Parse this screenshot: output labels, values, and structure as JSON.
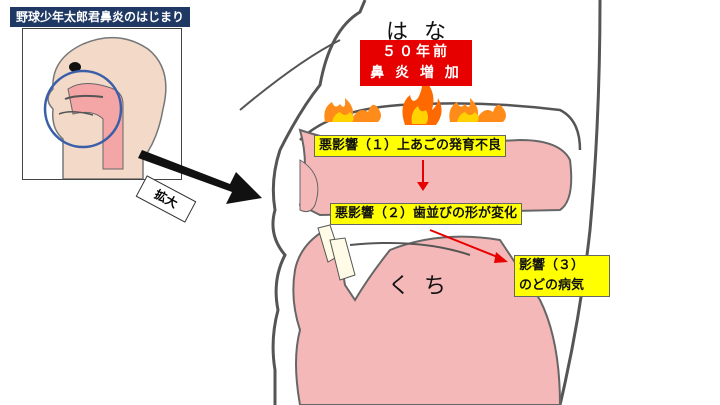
{
  "title": "野球少年太郎君鼻炎のはじまり",
  "expand_label": "拡大",
  "nose_label": "はな",
  "mouth_label": "くち",
  "highlight": {
    "line1": "５０年前",
    "line2": "鼻 炎 増 加"
  },
  "effects": [
    {
      "label": "悪影響（１）上あごの発育不良"
    },
    {
      "label": "悪影響（２）歯並びの形が変化"
    },
    {
      "label_line1": "影響（３）",
      "label_line2": "のどの病気"
    }
  ],
  "colors": {
    "title_bg": "#1f3864",
    "highlight_bg": "#e60000",
    "label_bg": "#ffff00",
    "tissue": "#f5b8b8",
    "arrow": "#e60000"
  },
  "icons": [
    "magnify-circle-icon",
    "expand-arrow-icon",
    "fire-icon",
    "down-arrow-icon",
    "diagonal-arrow-icon"
  ]
}
